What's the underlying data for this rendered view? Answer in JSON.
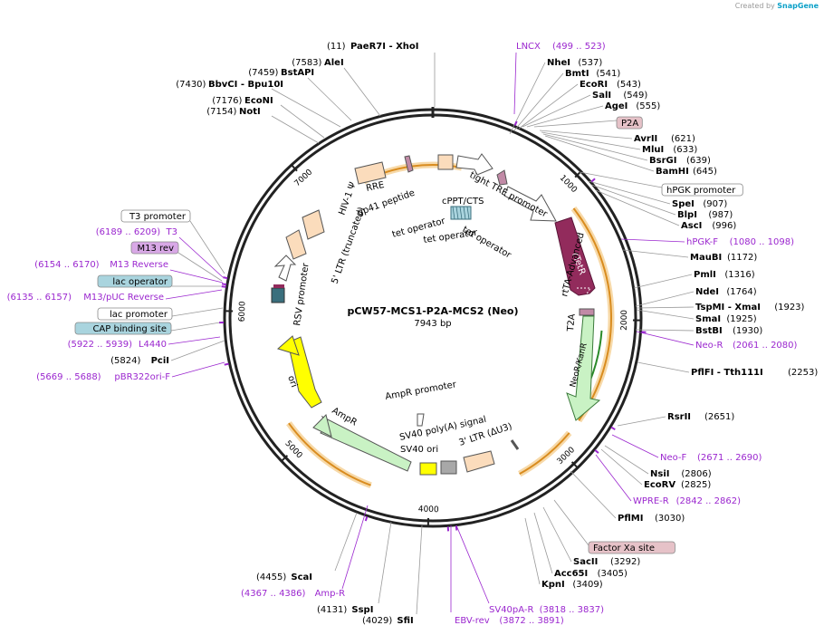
{
  "credit": {
    "prefix": "Created by",
    "brand": "SnapGene"
  },
  "plasmid": {
    "name": "pCW57-MCS1-P2A-MCS2 (Neo)",
    "size_label": "7943 bp"
  },
  "ticks": [
    "1000",
    "2000",
    "3000",
    "4000",
    "5000",
    "6000",
    "7000"
  ],
  "sites_right": [
    {
      "name": "NheI",
      "pos": "(537)",
      "color": "black"
    },
    {
      "name": "BmtI",
      "pos": "(541)",
      "color": "black"
    },
    {
      "name": "EcoRI",
      "pos": "(543)",
      "color": "black"
    },
    {
      "name": "SalI",
      "pos": "(549)",
      "color": "black"
    },
    {
      "name": "AgeI",
      "pos": "(555)",
      "color": "black"
    },
    {
      "name": "P2A",
      "pos": "",
      "color": "box-pink"
    },
    {
      "name": "AvrII",
      "pos": "(621)",
      "color": "black"
    },
    {
      "name": "MluI",
      "pos": "(633)",
      "color": "black"
    },
    {
      "name": "BsrGI",
      "pos": "(639)",
      "color": "black"
    },
    {
      "name": "BamHI",
      "pos": "(645)",
      "color": "black"
    },
    {
      "name": "hPGK promoter",
      "pos": "",
      "color": "box-white"
    },
    {
      "name": "SpeI",
      "pos": "(907)",
      "color": "black"
    },
    {
      "name": "BlpI",
      "pos": "(987)",
      "color": "black"
    },
    {
      "name": "AscI",
      "pos": "(996)",
      "color": "black"
    },
    {
      "name": "hPGK-F",
      "pos": "(1080 .. 1098)",
      "color": "purple"
    },
    {
      "name": "MauBI",
      "pos": "(1172)",
      "color": "black"
    },
    {
      "name": "PmlI",
      "pos": "(1316)",
      "color": "black"
    },
    {
      "name": "NdeI",
      "pos": "(1764)",
      "color": "black"
    },
    {
      "name": "TspMI - XmaI",
      "pos": "(1923)",
      "color": "black"
    },
    {
      "name": "SmaI",
      "pos": "(1925)",
      "color": "black"
    },
    {
      "name": "BstBI",
      "pos": "(1930)",
      "color": "black"
    },
    {
      "name": "Neo-R",
      "pos": "(2061 .. 2080)",
      "color": "purple"
    },
    {
      "name": "PflFI - Tth111I",
      "pos": "(2253)",
      "color": "black"
    },
    {
      "name": "RsrII",
      "pos": "(2651)",
      "color": "black"
    },
    {
      "name": "Neo-F",
      "pos": "(2671 .. 2690)",
      "color": "purple"
    },
    {
      "name": "NsiI",
      "pos": "(2806)",
      "color": "black"
    },
    {
      "name": "EcoRV",
      "pos": "(2825)",
      "color": "black"
    },
    {
      "name": "WPRE-R",
      "pos": "(2842 .. 2862)",
      "color": "purple"
    },
    {
      "name": "PflMI",
      "pos": "(3030)",
      "color": "black"
    },
    {
      "name": "Factor Xa site",
      "pos": "",
      "color": "box-pink"
    },
    {
      "name": "SacII",
      "pos": "(3292)",
      "color": "black"
    },
    {
      "name": "Acc65I",
      "pos": "(3405)",
      "color": "black"
    },
    {
      "name": "KpnI",
      "pos": "(3409)",
      "color": "black"
    }
  ],
  "sites_top": [
    {
      "name": "PaeR7I - XhoI",
      "pos": "(11)",
      "color": "black"
    },
    {
      "name": "LNCX",
      "pos": "(499 .. 523)",
      "color": "purple"
    },
    {
      "name": "AleI",
      "pos": "(7583)",
      "color": "black"
    },
    {
      "name": "BstAPI",
      "pos": "(7459)",
      "color": "black"
    },
    {
      "name": "BbvCI - Bpu10I",
      "pos": "(7430)",
      "color": "black"
    },
    {
      "name": "EcoNI",
      "pos": "(7176)",
      "color": "black"
    },
    {
      "name": "NotI",
      "pos": "(7154)",
      "color": "black"
    }
  ],
  "sites_left": [
    {
      "name": "T3 promoter",
      "pos": "",
      "color": "box-white"
    },
    {
      "name": "T3",
      "pos": "(6189 .. 6209)",
      "color": "purple"
    },
    {
      "name": "M13 rev",
      "pos": "",
      "color": "box-purple"
    },
    {
      "name": "M13 Reverse",
      "pos": "(6154 .. 6170)",
      "color": "purple"
    },
    {
      "name": "lac operator",
      "pos": "",
      "color": "box-blue"
    },
    {
      "name": "M13/pUC Reverse",
      "pos": "(6135 .. 6157)",
      "color": "purple"
    },
    {
      "name": "lac promoter",
      "pos": "",
      "color": "box-white"
    },
    {
      "name": "CAP binding site",
      "pos": "",
      "color": "box-blue"
    },
    {
      "name": "L4440",
      "pos": "(5922 .. 5939)",
      "color": "purple"
    },
    {
      "name": "PciI",
      "pos": "(5824)",
      "color": "black"
    },
    {
      "name": "pBR322ori-F",
      "pos": "(5669 .. 5688)",
      "color": "purple"
    }
  ],
  "sites_bottom": [
    {
      "name": "ScaI",
      "pos": "(4455)",
      "color": "black"
    },
    {
      "name": "Amp-R",
      "pos": "(4367 .. 4386)",
      "color": "purple"
    },
    {
      "name": "SspI",
      "pos": "(4131)",
      "color": "black"
    },
    {
      "name": "SfiI",
      "pos": "(4029)",
      "color": "black"
    },
    {
      "name": "EBV-rev",
      "pos": "(3872 .. 3891)",
      "color": "purple"
    },
    {
      "name": "SV40pA-R",
      "pos": "(3818 .. 3837)",
      "color": "purple"
    }
  ],
  "features": {
    "rre": "RRE",
    "gp41": "gp41 peptide",
    "cppt": "cPPT/CTS",
    "tight_tre": "tight TRE promoter",
    "hiv": "HIV-1 Ψ",
    "ltr5": "5' LTR (truncated)",
    "rsv": "RSV promoter",
    "tetop1": "tet operator",
    "tetop2": "tet operator",
    "tetop3": "tet operator",
    "rtta": "rtTA-Advanced",
    "rtetr": "rTetR",
    "t2a": "T2A",
    "neokan": "NeoR/KanR",
    "ori": "ori",
    "ampr": "AmpR",
    "ampr_promoter": "AmpR promoter",
    "sv40pa": "SV40 poly(A) signal",
    "sv40ori": "SV40 ori",
    "ltr3": "3' LTR (ΔU3)"
  },
  "colors": {
    "purple": "#9b27cf",
    "box_pink": "#e6c2c8",
    "box_purple": "#d8a8e6",
    "box_blue": "#a9d4de",
    "rtetr": "#922b5c",
    "ori": "#ffff00",
    "orf_green": "#c9f2c4",
    "orange_arc": "#d98c1f"
  }
}
